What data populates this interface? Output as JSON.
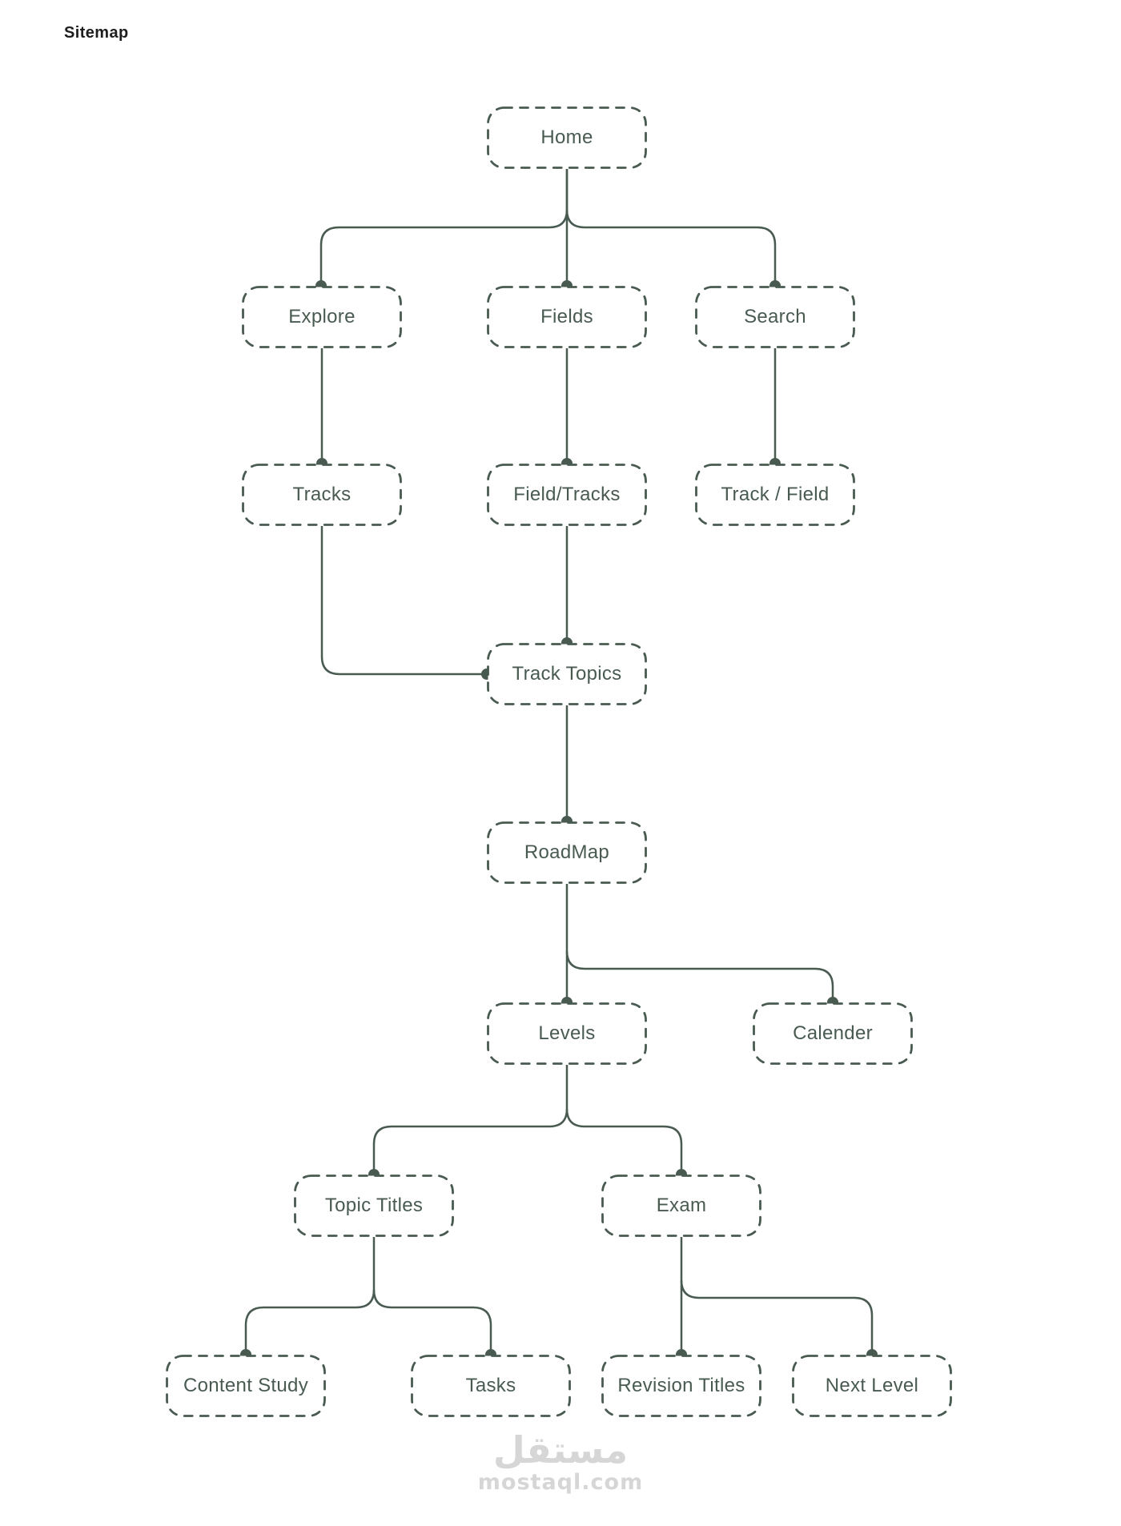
{
  "title": "Sitemap",
  "colors": {
    "line": "#495b51",
    "title": "#1e1e1e",
    "watermark": "#d6d6d6",
    "background": "#ffffff"
  },
  "nodes": [
    {
      "id": "home",
      "label": "Home"
    },
    {
      "id": "explore",
      "label": "Explore"
    },
    {
      "id": "fields",
      "label": "Fields"
    },
    {
      "id": "search",
      "label": "Search"
    },
    {
      "id": "tracks",
      "label": "Tracks"
    },
    {
      "id": "field_tracks",
      "label": "Field/Tracks"
    },
    {
      "id": "track_field",
      "label": "Track / Field"
    },
    {
      "id": "track_topics",
      "label": "Track Topics"
    },
    {
      "id": "roadmap",
      "label": "RoadMap"
    },
    {
      "id": "levels",
      "label": "Levels"
    },
    {
      "id": "calender",
      "label": "Calender"
    },
    {
      "id": "topic_titles",
      "label": "Topic Titles"
    },
    {
      "id": "exam",
      "label": "Exam"
    },
    {
      "id": "content_study",
      "label": "Content Study"
    },
    {
      "id": "tasks",
      "label": "Tasks"
    },
    {
      "id": "revision_titles",
      "label": "Revision Titles"
    },
    {
      "id": "next_level",
      "label": "Next Level"
    }
  ],
  "edges": [
    {
      "from": "home",
      "to": "explore"
    },
    {
      "from": "home",
      "to": "fields"
    },
    {
      "from": "home",
      "to": "search"
    },
    {
      "from": "explore",
      "to": "tracks"
    },
    {
      "from": "fields",
      "to": "field_tracks"
    },
    {
      "from": "search",
      "to": "track_field"
    },
    {
      "from": "tracks",
      "to": "track_topics"
    },
    {
      "from": "field_tracks",
      "to": "track_topics"
    },
    {
      "from": "track_topics",
      "to": "roadmap"
    },
    {
      "from": "roadmap",
      "to": "levels"
    },
    {
      "from": "roadmap",
      "to": "calender"
    },
    {
      "from": "levels",
      "to": "topic_titles"
    },
    {
      "from": "levels",
      "to": "exam"
    },
    {
      "from": "topic_titles",
      "to": "content_study"
    },
    {
      "from": "topic_titles",
      "to": "tasks"
    },
    {
      "from": "exam",
      "to": "revision_titles"
    },
    {
      "from": "exam",
      "to": "next_level"
    }
  ],
  "watermark": {
    "logo": "مستقل",
    "domain": "mostaql.com"
  }
}
